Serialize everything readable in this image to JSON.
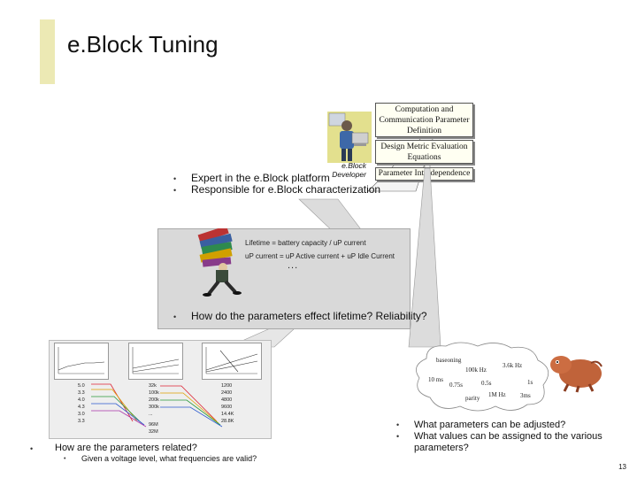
{
  "slide": {
    "title": "e.Block Tuning",
    "page_number": "13"
  },
  "notes": [
    "Computation and Communication Parameter Definition",
    "Design Metric Evaluation Equations",
    "Parameter Interdependence"
  ],
  "developer_label": {
    "line1": "e.Block",
    "line2": "Developer"
  },
  "developer_bullets": [
    "Expert in the e.Block platform",
    "Responsible for e.Block characterization"
  ],
  "equations": {
    "line1": "Lifetime = battery capacity / uP current",
    "line2": "uP current = uP Active current + uP Idle Current",
    "ellipsis": "..."
  },
  "question_lifetime": "How do the parameters effect lifetime? Reliability?",
  "params_related": {
    "main": "How are the parameters related?",
    "sub": "Given a voltage level, what frequencies are valid?"
  },
  "columns": {
    "col1": [
      "5.0",
      "3.3",
      "4.0",
      "4.3",
      "3.0",
      "3.3"
    ],
    "col2": [
      "32k",
      "100k",
      "200k",
      "300k",
      "..."
    ],
    "col2_bottom": [
      "96M",
      "32M"
    ],
    "col3": [
      "1200",
      "2400",
      "4800",
      "9600",
      "14.4K",
      "28.8K"
    ]
  },
  "cloud_params": {
    "p1": "baseoning",
    "p2": "100k Hz",
    "p3": "3.6k Hz",
    "p4": "10 ms",
    "p5": "0.75s",
    "p6": "0.5s",
    "p7": "1s",
    "p8": "parity",
    "p9": "1M Hz",
    "p10": "3ms"
  },
  "adjust_questions": [
    "What parameters can be adjusted?",
    "What values can be assigned to the various parameters?"
  ],
  "icons": [
    "developer-figure-icon",
    "book-carrier-figure-icon",
    "thinking-creature-icon"
  ],
  "colors": {
    "accent_bar": "#ece9b4",
    "panel_gray": "#d9d9d9",
    "note_fill": "#fffff2"
  }
}
